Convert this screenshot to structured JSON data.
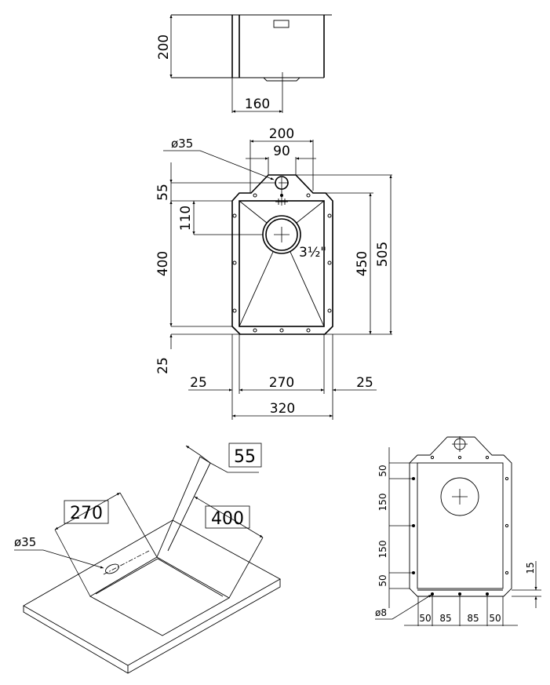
{
  "side_view": {
    "height": "200",
    "drain_offset": "160"
  },
  "top_view": {
    "overall_width": "200",
    "tap_flange_width": "90",
    "tap_hole": "ø35",
    "tap_offset": "55",
    "drain_offset": "110",
    "bowl_length": "400",
    "inner_length": "450",
    "overall_length": "505",
    "bottom_flange": "25",
    "drain_size": "3½\"",
    "left_flange": "25",
    "bowl_width": "270",
    "right_flange": "25",
    "overall_width_bottom": "320"
  },
  "iso_view": {
    "flange": "55",
    "width": "270",
    "length": "400",
    "tap_hole": "ø35"
  },
  "fixing_view": {
    "left_dims": [
      "50",
      "150",
      "150",
      "50"
    ],
    "right_dim": "15",
    "bottom_dims": [
      "50",
      "85",
      "85",
      "50"
    ],
    "fixing_hole": "ø8"
  }
}
